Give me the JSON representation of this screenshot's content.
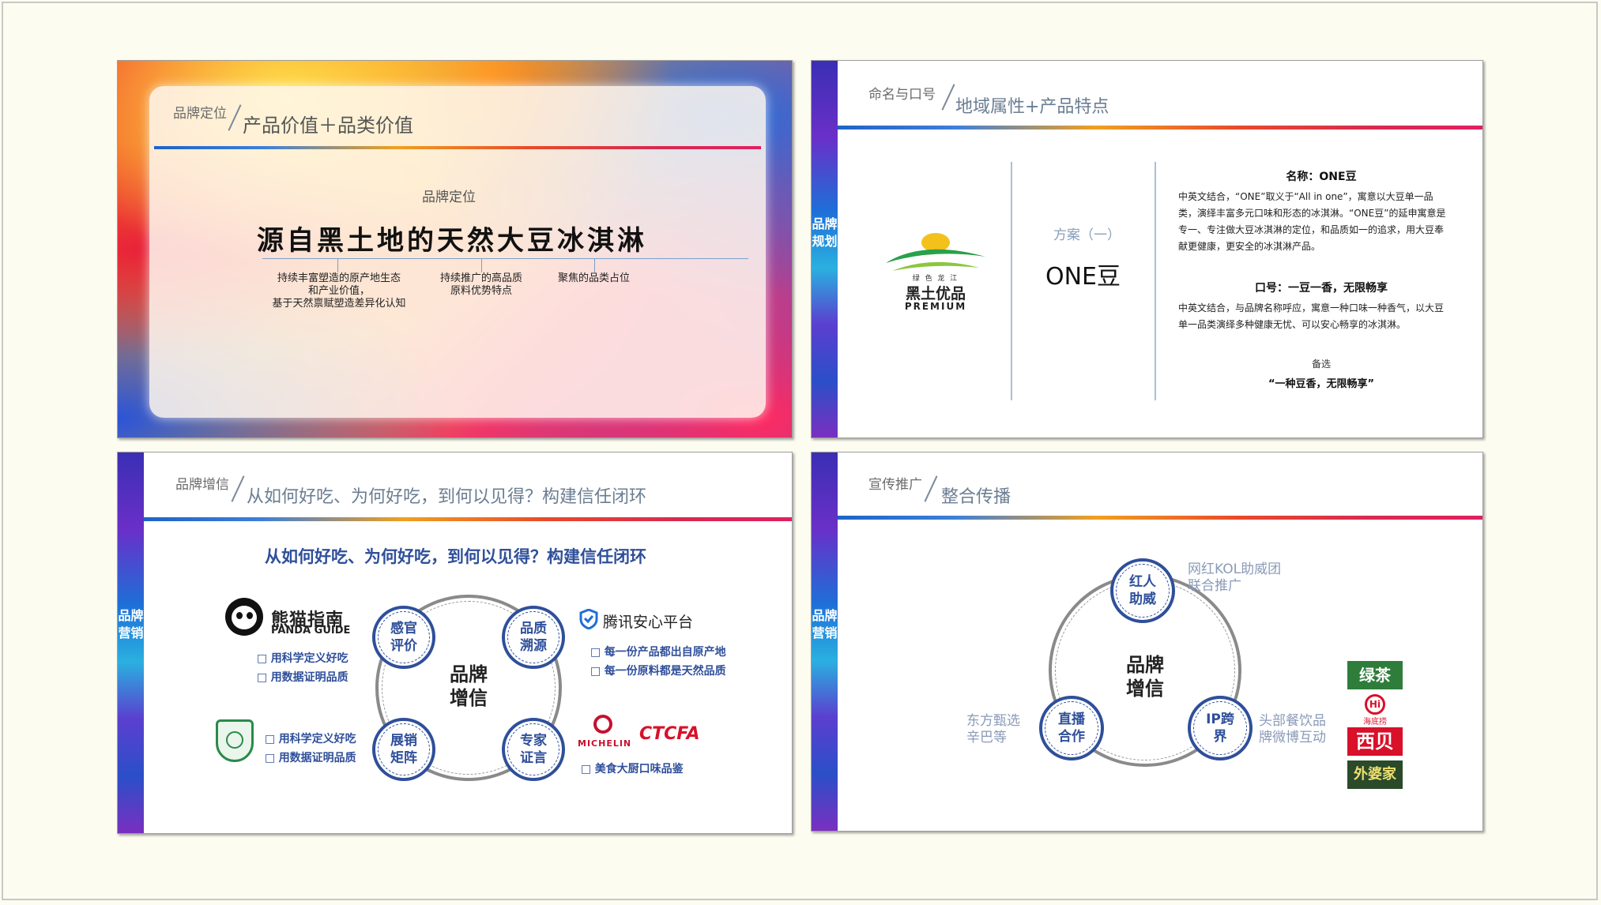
{
  "slide1": {
    "header_small": "品牌定位",
    "header_big": "产品价值＋品类价值",
    "kicker": "品牌定位",
    "headline": "源自黑土地的天然大豆冰淇淋",
    "points": [
      "持续丰富塑造的原产地生态\n和产业价值，\n基于天然禀赋塑造差异化认知",
      "持续推广的高品质\n原料优势特点",
      "聚焦的品类占位"
    ]
  },
  "slide2": {
    "header_small": "命名与口号",
    "header_big": "地域属性+产品特点",
    "side_label": "品牌规划",
    "logo": {
      "top": "绿 色 龙 江",
      "name": "黑土优品",
      "sub": "PREMIUM"
    },
    "plan_label": "方案（一）",
    "product_name": "ONE豆",
    "name_title": "名称：ONE豆",
    "name_desc": "中英文结合，“ONE”取义于“All in one”，寓意以大豆单一品类，演绎丰富多元口味和形态的冰淇淋。“ONE豆”的延申寓意是专一、专注做大豆冰淇淋的定位，和品质如一的追求，用大豆奉献更健康，更安全的冰淇淋产品。",
    "slogan_title": "口号：一豆一香，无限畅享",
    "slogan_desc": "中英文结合，与品牌名称呼应，寓意一种口味一种香气，以大豆单一品类演绎多种健康无忧、可以安心畅享的冰淇淋。",
    "alt_label": "备选",
    "alt_slogan": "“一种豆香，无限畅享”"
  },
  "slide3": {
    "header_small": "品牌增信",
    "header_big": "从如何好吃、为何好吃，到何以见得？构建信任闭环",
    "side_label": "品牌营销",
    "headline": "从如何好吃、为何好吃，到何以见得？构建信任闭环",
    "center": "品牌\n增信",
    "bubbles": [
      "感官\n评价",
      "品质\n溯源",
      "展销\n矩阵",
      "专家\n证言"
    ],
    "panda": {
      "cn": "熊猫指南",
      "en": "PANDA GUIDE"
    },
    "panda_points": [
      "用科学定义好吃",
      "用数据证明品质"
    ],
    "univ_points": [
      "用科学定义好吃",
      "用数据证明品质"
    ],
    "tencent": "腾讯安心平台",
    "tencent_points": [
      "每一份产品都出自原产地",
      "每一份原料都是天然品质"
    ],
    "michelin": "MICHELIN",
    "ctcfa": "CTCFA",
    "chef_points": [
      "美食大厨口味品鉴"
    ]
  },
  "slide4": {
    "header_small": "宣传推广",
    "header_big": "整合传播",
    "side_label": "品牌营销",
    "center": "品牌\n增信",
    "bubbles": [
      "红人\n助威",
      "直播\n合作",
      "IP跨\n界"
    ],
    "note_top": "网红KOL助威团\n联合推广",
    "note_left": "东方甄选\n辛巴等",
    "note_right": "头部餐饮品\n牌微博互动",
    "brands": [
      "绿茶",
      "海底捞",
      "西贝",
      "外婆家"
    ]
  }
}
